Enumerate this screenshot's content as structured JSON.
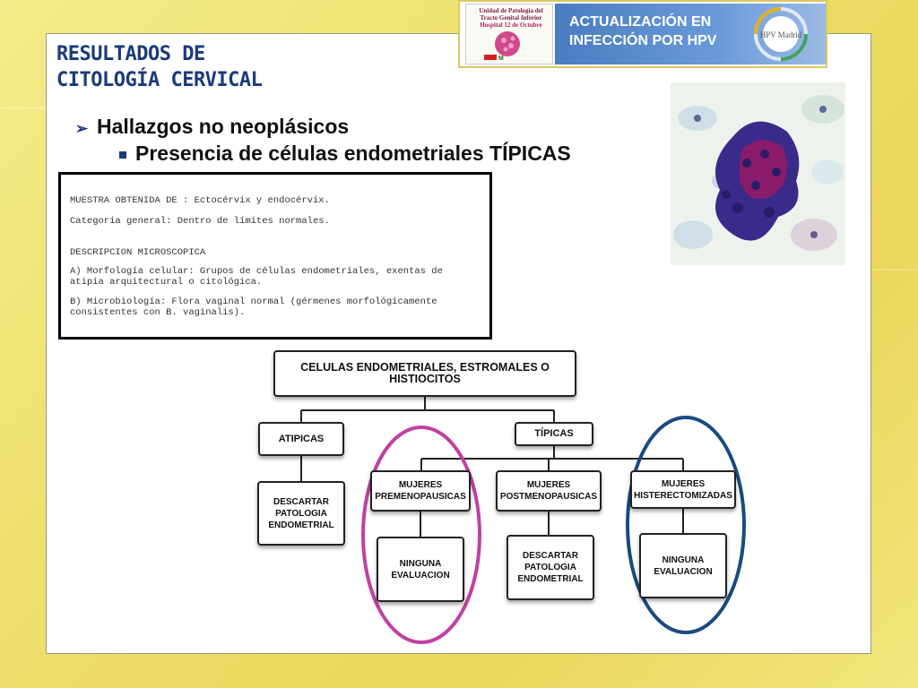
{
  "header": {
    "unit_logo": {
      "line1": "Unidad de Patología del",
      "line2": "Tracto Genital Inferior",
      "line3": "Hospital 12 de Octubre"
    },
    "banner_line1": "ACTUALIZACIÓN EN",
    "banner_line2": "INFECCIÓN POR HPV",
    "madrid_logo": "HPV Madrid"
  },
  "slide": {
    "title_line1": "RESULTADOS DE",
    "title_line2": "CITOLOGÍA CERVICAL",
    "bullet_level1": "Hallazgos no neoplásicos",
    "bullet_level2": "Presencia de células endometriales TÍPICAS"
  },
  "report": {
    "lines": [
      "MUESTRA OBTENIDA DE : Ectocérvix y endocérvix.",
      "Categoría general: Dentro de límites normales.",
      "DESCRIPCION MICROSCOPICA",
      "A) Morfología celular: Grupos de células endometriales, exentas de",
      "atipia arquitectural o citológica.",
      "B) Microbiología: Flora vaginal normal (gérmenes morfológicamente",
      "consistentes con B. vaginalis)."
    ]
  },
  "flowchart": {
    "root": "CELULAS ENDOMETRIALES, ESTROMALES O HISTIOCITOS",
    "atipicas": "ATIPICAS",
    "tipicas": "TÍPICAS",
    "descartar_left": [
      "DESCARTAR",
      "PATOLOGIA",
      "ENDOMETRIAL"
    ],
    "premenopausicas": [
      "MUJERES",
      "PREMENOPAUSICAS"
    ],
    "postmenopausicas": [
      "MUJERES",
      "POSTMENOPAUSICAS"
    ],
    "histerectomizadas": [
      "MUJERES",
      "HISTERECTOMIZADAS"
    ],
    "ninguna_pre": [
      "NINGUNA",
      "EVALUACION"
    ],
    "descartar_post": [
      "DESCARTAR",
      "PATOLOGIA",
      "ENDOMETRIAL"
    ],
    "ninguna_hist": [
      "NINGUNA",
      "EVALUACION"
    ]
  },
  "colors": {
    "title": "#1b3a7a",
    "highlight_pre": "#c040a0",
    "highlight_hist": "#1a4a80"
  }
}
